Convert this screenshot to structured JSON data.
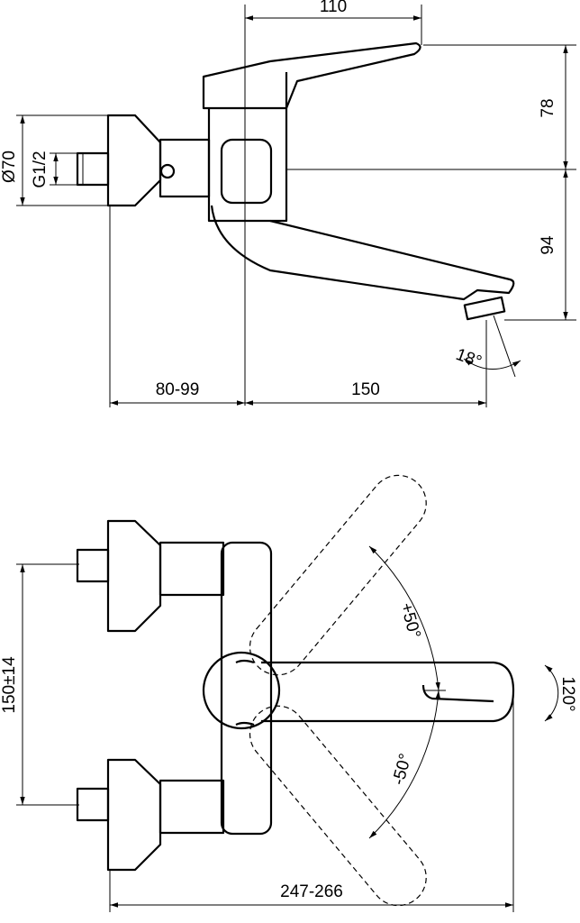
{
  "side_view": {
    "dim_lever_reach": "110",
    "dim_upper_height": "78",
    "dim_lower_height": "94",
    "dim_flange_diameter": "Ø70",
    "dim_thread": "G1/2",
    "dim_spout_angle": "18°",
    "dim_wall_offset": "80-99",
    "dim_spout_reach": "150"
  },
  "top_view": {
    "dim_inlet_spacing": "150±14",
    "dim_lever_plus": "+50°",
    "dim_lever_minus": "-50°",
    "dim_spout_swivel": "120°",
    "dim_overall_length": "247-266"
  }
}
